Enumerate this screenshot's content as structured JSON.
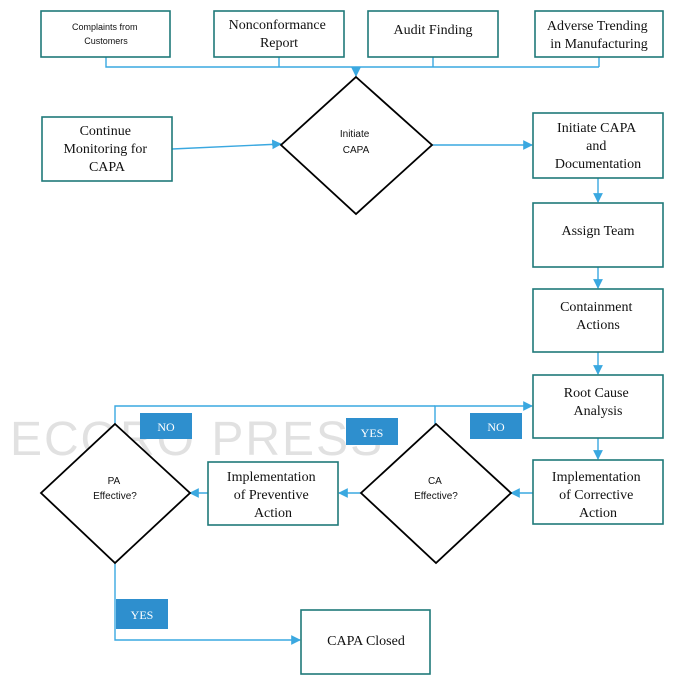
{
  "nodes": {
    "complaints": [
      "Complaints from",
      "Customers"
    ],
    "nonconformance": [
      "Nonconformance",
      "Report"
    ],
    "audit": [
      "Audit Finding"
    ],
    "trending": [
      "Adverse Trending",
      "in Manufacturing"
    ],
    "continue": [
      "Continue",
      "Monitoring for",
      "CAPA"
    ],
    "initiate_decision": [
      "Initiate",
      "CAPA"
    ],
    "initiate_doc": [
      "Initiate CAPA",
      "and",
      "Documentation"
    ],
    "assign": [
      "Assign Team"
    ],
    "containment": [
      "Containment",
      "Actions"
    ],
    "root_cause": [
      "Root Cause",
      "Analysis"
    ],
    "impl_corrective": [
      "Implementation",
      "of Corrective",
      "Action"
    ],
    "ca_effective": [
      "CA",
      "Effective?"
    ],
    "impl_preventive": [
      "Implementation",
      "of Preventive",
      "Action"
    ],
    "pa_effective": [
      "PA",
      "Effective?"
    ],
    "closed": [
      "CAPA Closed"
    ]
  },
  "tags": {
    "no_left": "NO",
    "yes_middle": "YES",
    "no_right": "NO",
    "yes_bottom": "YES"
  },
  "colors": {
    "connector": "#3aa8e0",
    "box_border": "#1f7a7a",
    "tag_fill": "#2e8fce"
  },
  "watermark": {
    "brand": "ECORO PRESS"
  }
}
